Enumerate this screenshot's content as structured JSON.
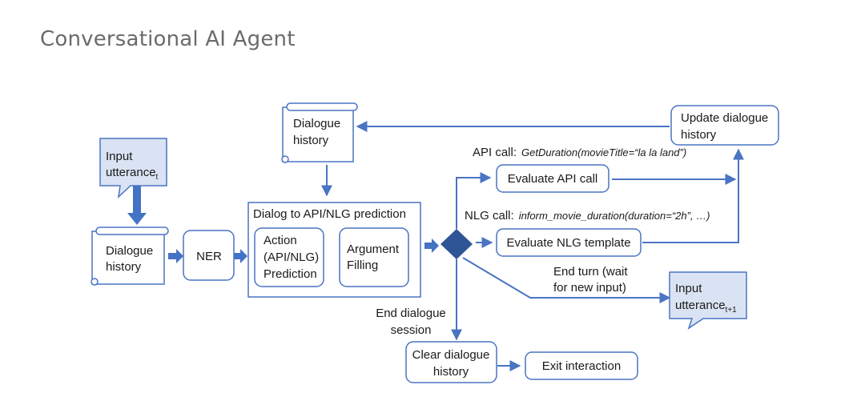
{
  "title": "Conversational AI Agent",
  "nodes": {
    "input_utterance_t": {
      "line1": "Input",
      "line2": "utterance",
      "sub": "t"
    },
    "dialogue_history_left": {
      "line1": "Dialogue",
      "line2": "history"
    },
    "ner": {
      "label": "NER"
    },
    "dialogue_history_top": {
      "line1": "Dialogue",
      "line2": "history"
    },
    "prediction_group": {
      "label": "Dialog to API/NLG prediction"
    },
    "action_prediction": {
      "line1": "Action",
      "line2": "(API/NLG)",
      "line3": "Prediction"
    },
    "argument_filling": {
      "line1": "Argument",
      "line2": "Filling"
    },
    "evaluate_api": {
      "label": "Evaluate API call"
    },
    "evaluate_nlg": {
      "label": "Evaluate NLG template"
    },
    "update_history": {
      "line1": "Update dialogue",
      "line2": "history"
    },
    "input_utterance_t1": {
      "line1": "Input",
      "line2": "utterance",
      "sub": "t+1"
    },
    "clear_history": {
      "line1": "Clear dialogue",
      "line2": "history"
    },
    "exit_interaction": {
      "label": "Exit interaction"
    }
  },
  "edge_labels": {
    "api_call_prefix": "API call:",
    "api_call_code": "GetDuration(movieTitle=“la la land”)",
    "nlg_call_prefix": "NLG call:",
    "nlg_call_code": "inform_movie_duration(duration=“2h”, …)",
    "end_turn_line1": "End turn (wait",
    "end_turn_line2": "for new input)",
    "end_session_line1": "End dialogue",
    "end_session_line2": "session"
  },
  "colors": {
    "arrow": "#4a74c4",
    "thick_arrow": "#4472c4",
    "node_border": "#4a74c4",
    "callout_fill": "#dae3f3",
    "diamond": "#2f5597",
    "text": "#1a1a1a",
    "title": "#6b6b6b"
  }
}
